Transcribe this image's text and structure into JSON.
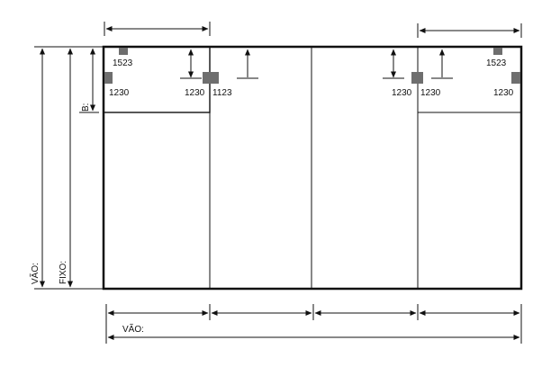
{
  "labels": {
    "vao_vertical": "VÃO:",
    "fixo_vertical": "FIXO:",
    "b_label": "B:",
    "vao_horizontal": "VÃO:"
  },
  "part_codes": {
    "top_left_top": "1523",
    "top_left_side": "1230",
    "left_mid_right": "1230",
    "left_mid_post": "1123",
    "right_mid_left": "1230",
    "right_mid_post": "1230",
    "top_right_side": "1230",
    "top_right_top": "1523"
  }
}
